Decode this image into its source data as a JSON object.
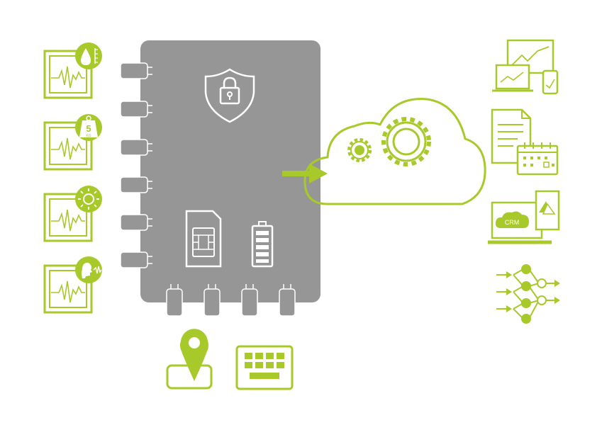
{
  "colors": {
    "green": "#a8c92a",
    "board_gray": "#969696",
    "white": "#ffffff"
  },
  "sensors": [
    {
      "badge_icon": "water-drop-icon"
    },
    {
      "badge_icon": "weight-icon",
      "badge_text": "5",
      "badge_unit": "KG"
    },
    {
      "badge_icon": "sun-icon"
    },
    {
      "badge_icon": "voice-icon"
    }
  ],
  "board": {
    "security_icon": "shield-lock-icon",
    "sim_icon": "sim-card-icon",
    "battery_icon": "battery-icon",
    "left_connector_count": 6,
    "bottom_connector_count": 4
  },
  "bottom_peripherals": [
    {
      "icon": "location-pin-icon"
    },
    {
      "icon": "keyboard-icon"
    }
  ],
  "cloud": {
    "icon": "cloud-icon",
    "gears": [
      "small-gear-icon",
      "large-gear-icon"
    ]
  },
  "outputs": [
    {
      "icon": "dashboard-devices-icon"
    },
    {
      "icon": "document-calendar-icon"
    },
    {
      "icon": "crm-laptop-icon",
      "label": "CRM"
    },
    {
      "icon": "neural-network-icon"
    }
  ]
}
